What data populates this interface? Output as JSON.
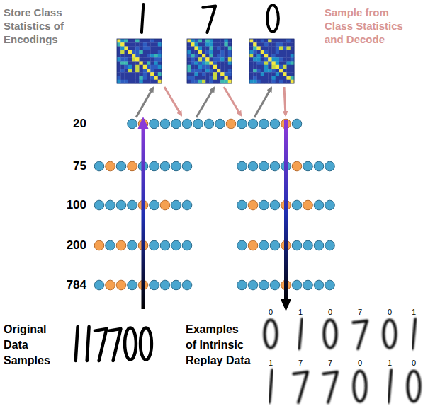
{
  "diagram": {
    "labels": [
      "Store Class Statistics of Encodings",
      "Sample from Class Statistics and Decode",
      "20",
      "75",
      "100",
      "200",
      "784",
      "Original Data Samples",
      "Examples of Intrinsic Replay Data",
      "0",
      "1",
      "0",
      "7",
      "0",
      "1",
      "1",
      "7",
      "7",
      "0",
      "1",
      "0"
    ]
  }
}
